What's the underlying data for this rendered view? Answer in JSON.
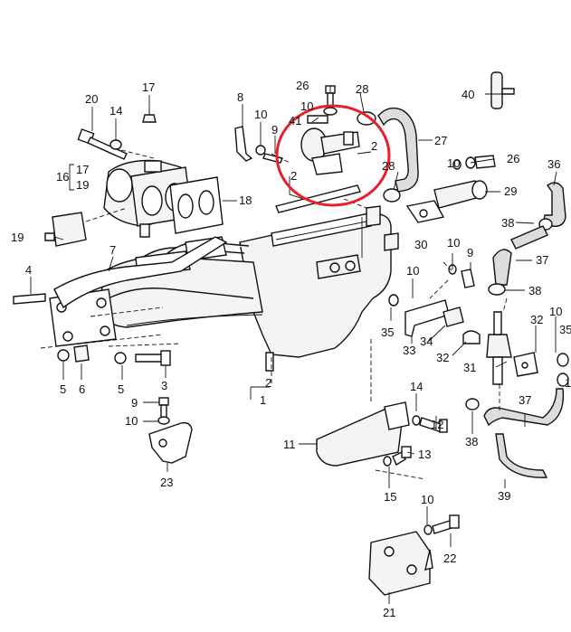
{
  "diagram": {
    "highlight_color": "#e8202a",
    "callouts": [
      {
        "id": "c1",
        "text": "1"
      },
      {
        "id": "c2",
        "text": "2"
      },
      {
        "id": "c2b",
        "text": "2"
      },
      {
        "id": "c3",
        "text": "3"
      },
      {
        "id": "c4",
        "text": "4"
      },
      {
        "id": "c5a",
        "text": "5"
      },
      {
        "id": "c5b",
        "text": "5"
      },
      {
        "id": "c6",
        "text": "6"
      },
      {
        "id": "c7",
        "text": "7"
      },
      {
        "id": "c8",
        "text": "8"
      },
      {
        "id": "c9a",
        "text": "9"
      },
      {
        "id": "c9b",
        "text": "9"
      },
      {
        "id": "c9c",
        "text": "9"
      },
      {
        "id": "c10a",
        "text": "10"
      },
      {
        "id": "c10b",
        "text": "10"
      },
      {
        "id": "c10c",
        "text": "10"
      },
      {
        "id": "c10d",
        "text": "10"
      },
      {
        "id": "c10e",
        "text": "10"
      },
      {
        "id": "c10f",
        "text": "10"
      },
      {
        "id": "c10g",
        "text": "10"
      },
      {
        "id": "c10h",
        "text": "10"
      },
      {
        "id": "c11",
        "text": "11"
      },
      {
        "id": "c12",
        "text": "12"
      },
      {
        "id": "c13",
        "text": "13"
      },
      {
        "id": "c14a",
        "text": "14"
      },
      {
        "id": "c14b",
        "text": "14"
      },
      {
        "id": "c15",
        "text": "15"
      },
      {
        "id": "c16",
        "text": "16"
      },
      {
        "id": "c17a",
        "text": "17"
      },
      {
        "id": "c17b",
        "text": "17"
      },
      {
        "id": "c18",
        "text": "18"
      },
      {
        "id": "c19a",
        "text": "19"
      },
      {
        "id": "c19b",
        "text": "19"
      },
      {
        "id": "c20",
        "text": "20"
      },
      {
        "id": "c21",
        "text": "21"
      },
      {
        "id": "c22",
        "text": "22"
      },
      {
        "id": "c23",
        "text": "23"
      },
      {
        "id": "c24",
        "text": "2"
      },
      {
        "id": "c26a",
        "text": "26"
      },
      {
        "id": "c26b",
        "text": "26"
      },
      {
        "id": "c27",
        "text": "27"
      },
      {
        "id": "c28a",
        "text": "28"
      },
      {
        "id": "c28b",
        "text": "28"
      },
      {
        "id": "c29",
        "text": "29"
      },
      {
        "id": "c30",
        "text": "30"
      },
      {
        "id": "c31",
        "text": "31"
      },
      {
        "id": "c32a",
        "text": "32"
      },
      {
        "id": "c32b",
        "text": "32"
      },
      {
        "id": "c33",
        "text": "33"
      },
      {
        "id": "c34",
        "text": "34"
      },
      {
        "id": "c35a",
        "text": "35"
      },
      {
        "id": "c35b",
        "text": "35"
      },
      {
        "id": "c36",
        "text": "36"
      },
      {
        "id": "c37a",
        "text": "37"
      },
      {
        "id": "c37b",
        "text": "37"
      },
      {
        "id": "c38a",
        "text": "38"
      },
      {
        "id": "c38b",
        "text": "38"
      },
      {
        "id": "c38c",
        "text": "38"
      },
      {
        "id": "c39",
        "text": "39"
      },
      {
        "id": "c40",
        "text": "40"
      },
      {
        "id": "c41",
        "text": "41"
      },
      {
        "id": "c10i",
        "text": "10"
      }
    ]
  }
}
